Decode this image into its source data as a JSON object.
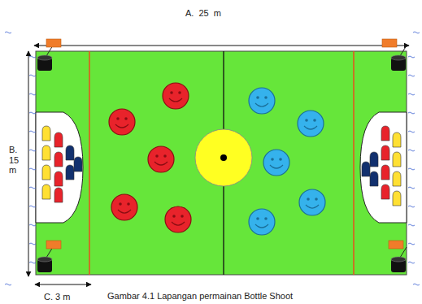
{
  "diagram": {
    "caption": "Gambar 4.1 Lapangan permainan Bottle Shoot",
    "labels": [
      "A.  25  m",
      "B. 15 m",
      "C. 3 m"
    ]
  }
}
